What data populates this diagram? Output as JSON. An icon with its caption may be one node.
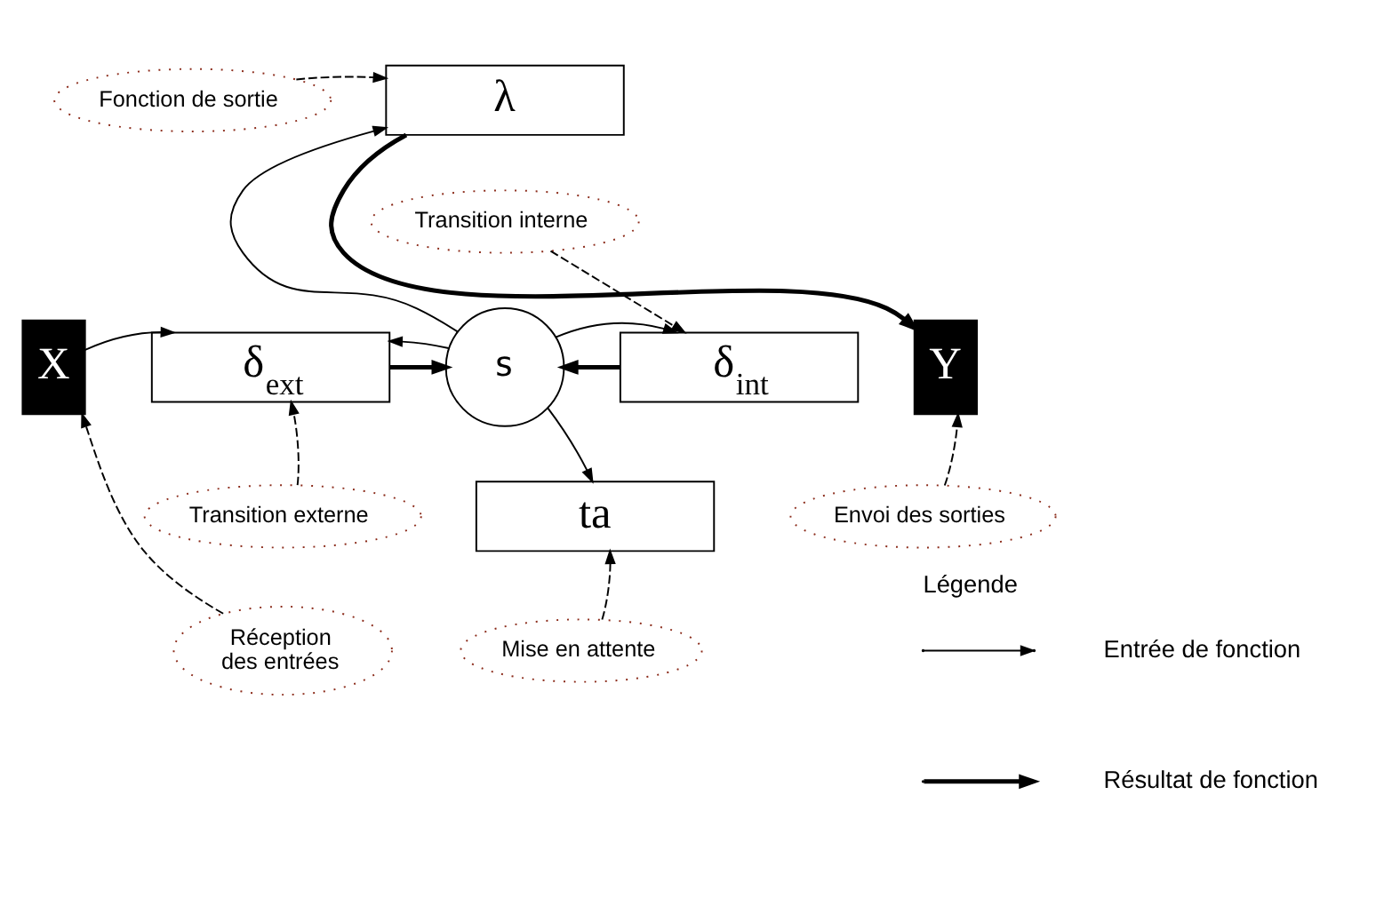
{
  "diagram": {
    "nodes": [
      {
        "text": [
          "X"
        ]
      },
      {
        "text": [
          "δ$_{ext}$"
        ]
      },
      {
        "text": [
          "s"
        ]
      },
      {
        "text": [
          "δ$_{int}$"
        ]
      },
      {
        "text": [
          "λ"
        ]
      },
      {
        "text": [
          "ta"
        ]
      },
      {
        "text": [
          "Y"
        ]
      },
      {
        "text": [
          "Fonction de sortie"
        ]
      },
      {
        "text": [
          "Transition interne"
        ]
      },
      {
        "text": [
          "Transition externe"
        ]
      },
      {
        "text": [
          "Mise en attente"
        ]
      },
      {
        "text": [
          "Réception des entrées"
        ]
      },
      {
        "text": [
          "Envoi des sorties"
        ]
      }
    ],
    "edges": [
      {
        "from": 0,
        "to": 1,
        "arrow": "to"
      },
      {
        "from": 1,
        "to": 2,
        "arrow": "to",
        "style": "thick"
      },
      {
        "from": 2,
        "to": 1,
        "arrow": "to"
      },
      {
        "from": 3,
        "to": 2,
        "arrow": "to",
        "style": "thick"
      },
      {
        "from": 2,
        "to": 3,
        "arrow": "to"
      },
      {
        "from": 2,
        "to": 4,
        "arrow": "to"
      },
      {
        "from": 2,
        "to": 5,
        "arrow": "to"
      },
      {
        "from": 4,
        "to": 6,
        "arrow": "to",
        "style": "thick"
      },
      {
        "from": 7,
        "to": 4,
        "arrow": "to",
        "style": "dashed"
      },
      {
        "from": 8,
        "to": 3,
        "arrow": "to",
        "style": "dashed"
      },
      {
        "from": 9,
        "to": 1,
        "arrow": "to",
        "style": "dashed"
      },
      {
        "from": 10,
        "to": 5,
        "arrow": "to",
        "style": "dashed"
      },
      {
        "from": 11,
        "to": 0,
        "arrow": "to",
        "style": "dashed"
      },
      {
        "from": 12,
        "to": 6,
        "arrow": "to",
        "style": "dashed"
      }
    ],
    "labels": [
      "Légende"
    ],
    "legend": [
      {
        "text": "Entrée de fonction"
      },
      {
        "text": "Résultat de fonction"
      }
    ]
  }
}
